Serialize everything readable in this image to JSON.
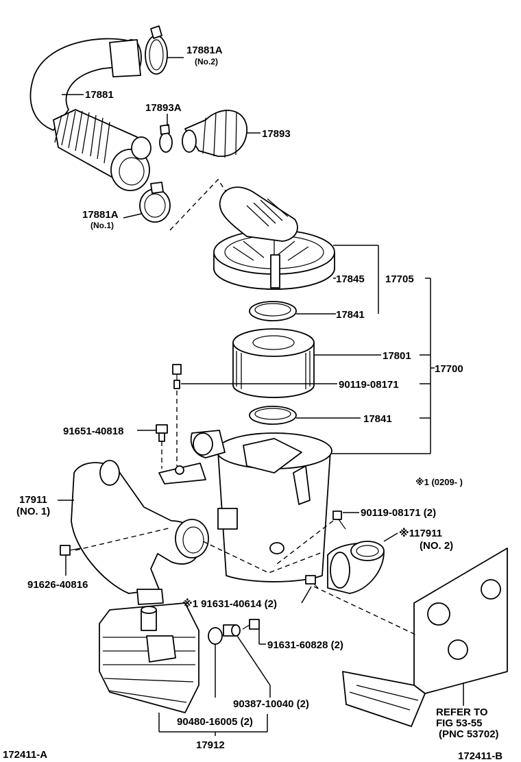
{
  "labels": {
    "clamp_no2_num": "17881A",
    "clamp_no2_sub": "(No.2)",
    "hose_inlet": "17881",
    "clamp_17893a": "17893A",
    "cap_17893": "17893",
    "clamp_no1_num": "17881A",
    "clamp_no1_sub": "(No.1)",
    "cap_17845": "17845",
    "assy_17705": "17705",
    "gasket_top": "17841",
    "element_17801": "17801",
    "assy_17700": "17700",
    "bolt_90119_a": "90119-08171",
    "gasket_bottom": "17841",
    "bolt_91651": "91651-40818",
    "duct_no1_num": "17911",
    "duct_no1_sub": "(NO. 1)",
    "note_1": "※1 (0209-      )",
    "bolt_90119_b": "90119-08171 (2)",
    "duct_no2_num": "※117911",
    "duct_no2_sub": "(NO. 2)",
    "bolt_91626": "91626-40816",
    "bolt_91631_a": "※1 91631-40614 (2)",
    "bolt_91631_b": "91631-60828 (2)",
    "collar_90387": "90387-10040 (2)",
    "cushion_90480": "90480-16005 (2)",
    "resonator_17912": "17912",
    "refer_line1": "REFER TO",
    "refer_line2": "FIG 53-55",
    "refer_line3": "(PNC 53702)",
    "figure_code_left": "172411-A",
    "figure_code_right": "172411-B"
  },
  "icons": {
    "hose": "intake-hose-icon",
    "element": "air-filter-element-icon",
    "case": "air-cleaner-case-icon",
    "resonator": "resonator-icon",
    "frame": "vehicle-frame-icon"
  }
}
